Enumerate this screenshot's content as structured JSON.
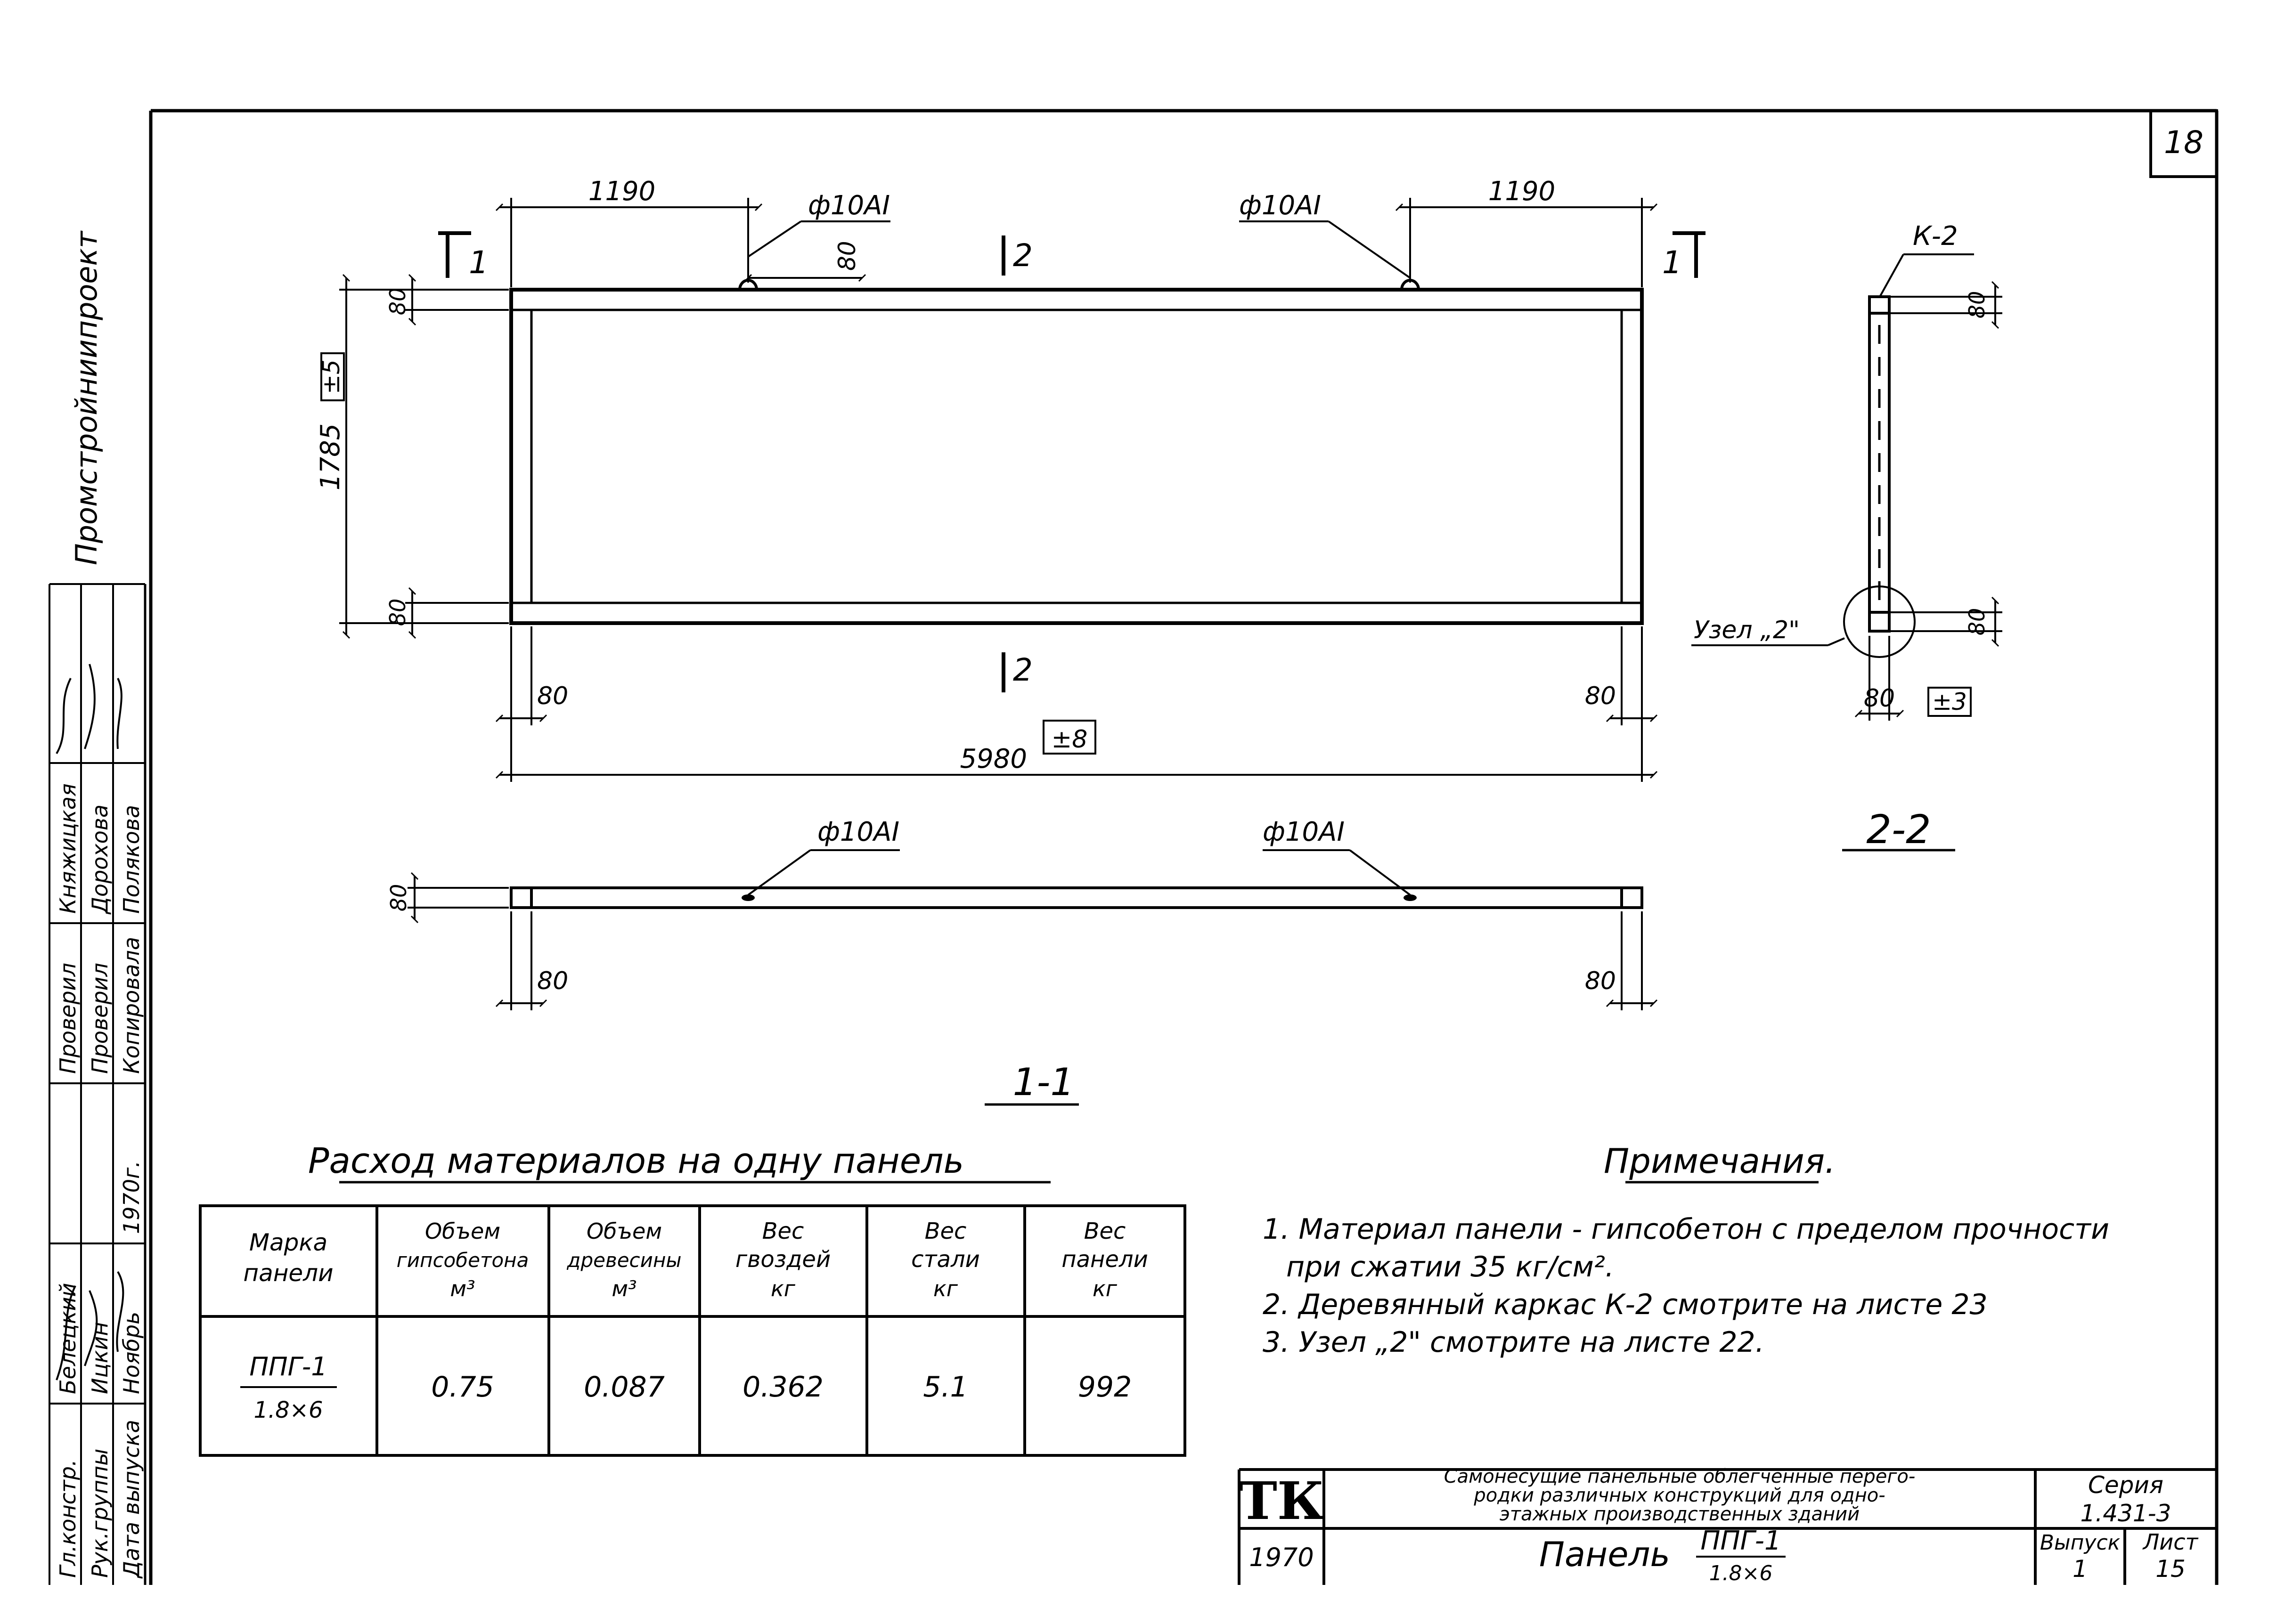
{
  "sheet_number": "18",
  "org_name": "Промстройниипроект",
  "side_stamp": {
    "rows": [
      {
        "role": "Гл.констр.",
        "name": "Белецкий"
      },
      {
        "role": "Рук.группы",
        "name": "Ицкин"
      },
      {
        "role": "Дата выпуска",
        "name": "Ноябрь"
      },
      {
        "role": "Проверил",
        "name": "Княжицкая"
      },
      {
        "role": "Проверил",
        "name": "Дорохова"
      },
      {
        "role": "Копировала",
        "name": "Полякова"
      }
    ],
    "year": "1970г."
  },
  "panel_view": {
    "dim_left_top": "1190",
    "dim_right_top": "1190",
    "rebar_left": "ф10АI",
    "rebar_right": "ф10АI",
    "loop_offset": "80",
    "section_1": "1",
    "section_2": "2",
    "height": "1785",
    "height_tol": "±5",
    "rail_top": "80",
    "rail_bottom": "80",
    "post_left": "80",
    "post_right": "80",
    "length": "5980",
    "length_tol": "±8"
  },
  "section_1_1": {
    "title": "1-1",
    "rebar_left": "ф10АI",
    "rebar_right": "ф10АI",
    "thickness": "80",
    "end_left": "80",
    "end_right": "80"
  },
  "section_2_2": {
    "title": "2-2",
    "frame": "К-2",
    "top_rail": "80",
    "bottom_rail": "80",
    "node": "Узел „2\"",
    "width": "80",
    "width_tol": "±3"
  },
  "materials_table": {
    "title": "Расход материалов на одну панель",
    "headers": [
      [
        "Марка",
        "панели"
      ],
      [
        "Объем",
        "гипсобетона",
        "м³"
      ],
      [
        "Объем",
        "древесины",
        "м³"
      ],
      [
        "Вес",
        "гвоздей",
        "кг"
      ],
      [
        "Вес",
        "стали",
        "кг"
      ],
      [
        "Вес",
        "панели",
        "кг"
      ]
    ],
    "row": {
      "mark_top": "ППГ-1",
      "mark_bottom": "1.8×6",
      "values": [
        "0.75",
        "0.087",
        "0.362",
        "5.1",
        "992"
      ]
    }
  },
  "notes": {
    "title": "Примечания.",
    "items": [
      "1. Материал панели - гипсобетон с пределом прочности",
      "при сжатии 35 кг/см².",
      "2. Деревянный каркас К-2 смотрите на листе 23",
      "3. Узел „2\" смотрите на листе 22."
    ]
  },
  "title_block": {
    "logo": "ТК",
    "description": [
      "Самонесущие панельные облегченные перего-",
      "родки различных конструкций для одно-",
      "этажных производственных зданий"
    ],
    "series_label": "Серия",
    "series_value": "1.431-3",
    "year": "1970",
    "panel_label": "Панель",
    "panel_top": "ППГ-1",
    "panel_bottom": "1.8×6",
    "issue_label": "Выпуск",
    "issue_value": "1",
    "sheet_label": "Лист",
    "sheet_value": "15"
  }
}
